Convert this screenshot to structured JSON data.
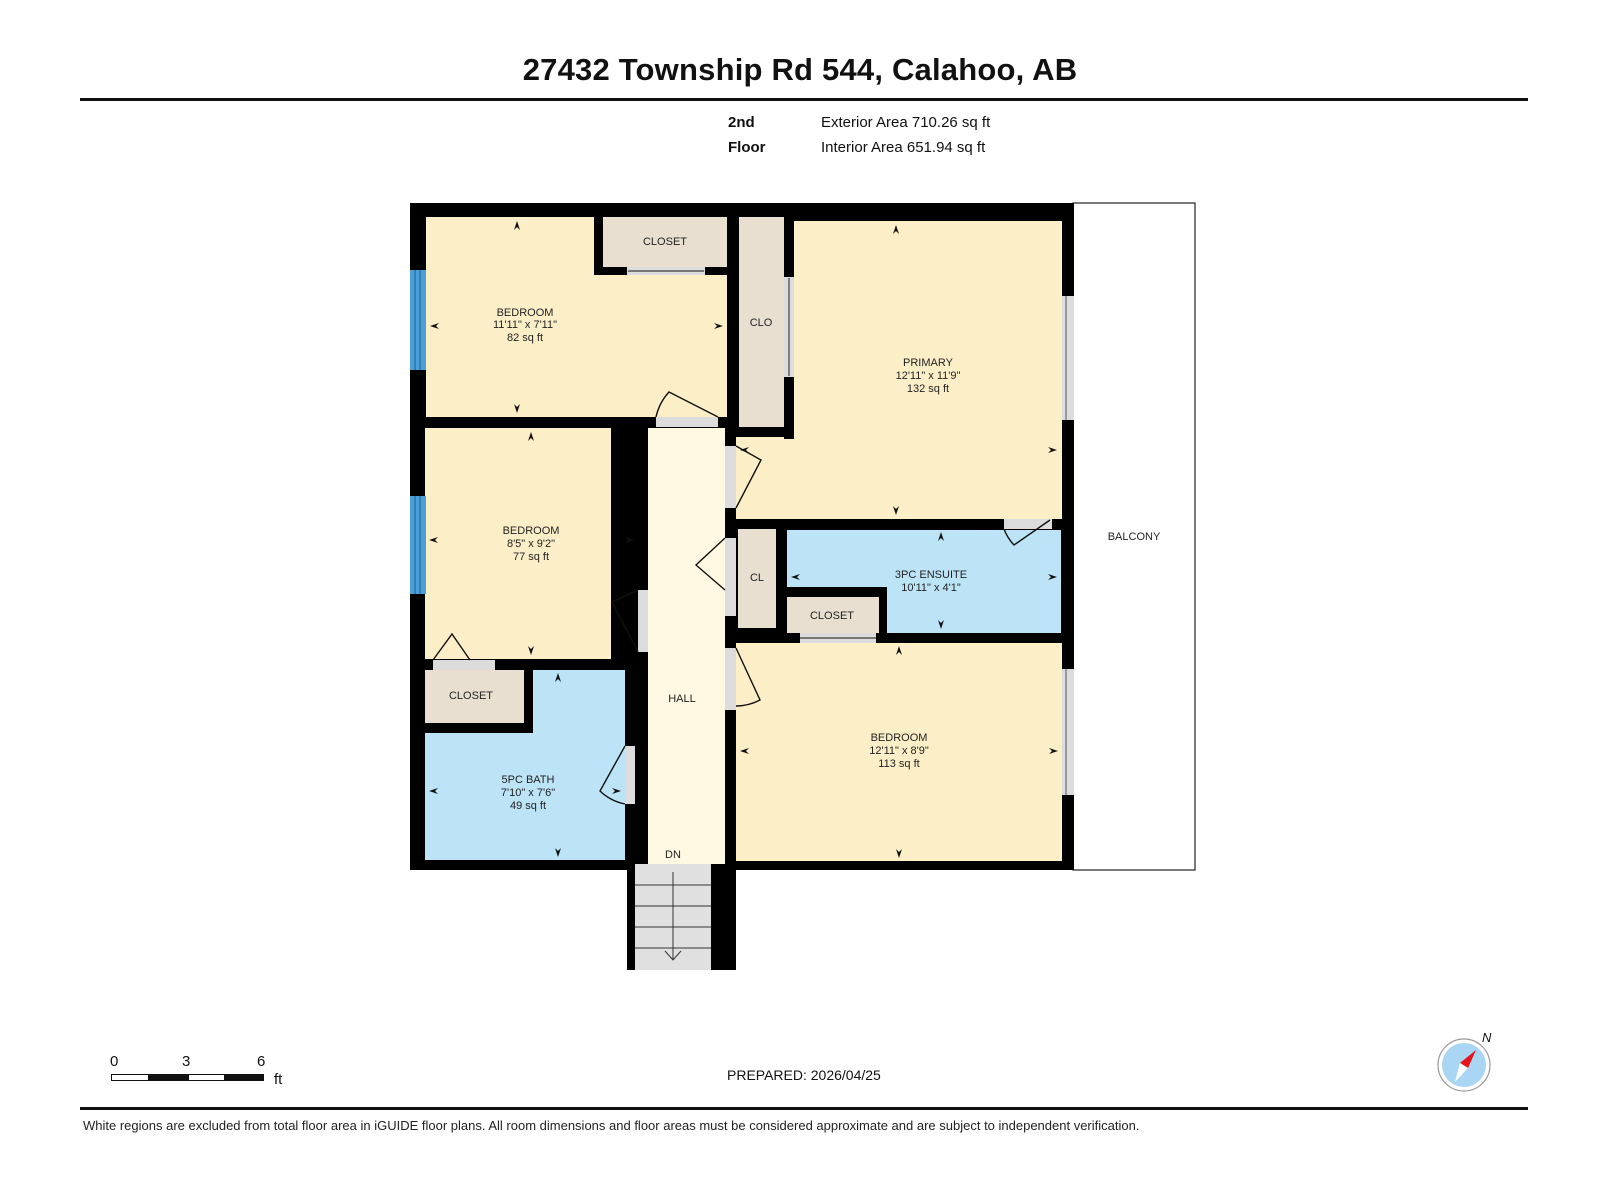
{
  "header": {
    "title": "27432 Township Rd 544, Calahoo, AB",
    "floor_label": "2nd Floor",
    "exterior_area": "Exterior Area 710.26 sq ft",
    "interior_area": "Interior Area 651.94 sq ft"
  },
  "rooms": [
    {
      "id": "bedroom-1",
      "name": "BEDROOM",
      "dims": "11'11\" x 7'11\"",
      "area": "82 sq ft",
      "color": "#fcefc8"
    },
    {
      "id": "closet-1",
      "name": "CLOSET",
      "color": "#e8dfd0"
    },
    {
      "id": "clo",
      "name": "CLO",
      "color": "#e8dfd0"
    },
    {
      "id": "primary",
      "name": "PRIMARY",
      "dims": "12'11\" x 11'9\"",
      "area": "132 sq ft",
      "color": "#fcefc8"
    },
    {
      "id": "bedroom-2",
      "name": "BEDROOM",
      "dims": "8'5\" x 9'2\"",
      "area": "77 sq ft",
      "color": "#fcefc8"
    },
    {
      "id": "hall",
      "name": "HALL",
      "color": "#fff8e3"
    },
    {
      "id": "cl",
      "name": "CL",
      "color": "#e8dfd0"
    },
    {
      "id": "ensuite",
      "name": "3PC ENSUITE",
      "dims": "10'11\" x 4'1\"",
      "color": "#bde3f7"
    },
    {
      "id": "closet-2",
      "name": "CLOSET",
      "color": "#e8dfd0"
    },
    {
      "id": "closet-3",
      "name": "CLOSET",
      "color": "#e8dfd0"
    },
    {
      "id": "bath",
      "name": "5PC BATH",
      "dims": "7'10\" x 7'6\"",
      "area": "49 sq ft",
      "color": "#bde3f7"
    },
    {
      "id": "bedroom-3",
      "name": "BEDROOM",
      "dims": "12'11\" x 8'9\"",
      "area": "113 sq ft",
      "color": "#fcefc8"
    },
    {
      "id": "balcony",
      "name": "BALCONY",
      "color": "#ffffff"
    }
  ],
  "stairs": {
    "label": "DN"
  },
  "scale_bar": {
    "ticks": [
      "0",
      "3",
      "6"
    ],
    "unit": "ft"
  },
  "compass": {
    "label": "N"
  },
  "footer": {
    "prepared": "PREPARED: 2026/04/25",
    "disclaimer": "White regions are excluded from total floor area in iGUIDE floor plans. All room dimensions and floor areas must be considered approximate and are subject to independent verification."
  },
  "colors": {
    "wall": "#000000",
    "window": "#4a9fd6",
    "door_opening": "#dcdcdc",
    "stairs": "#e0e0e0"
  }
}
